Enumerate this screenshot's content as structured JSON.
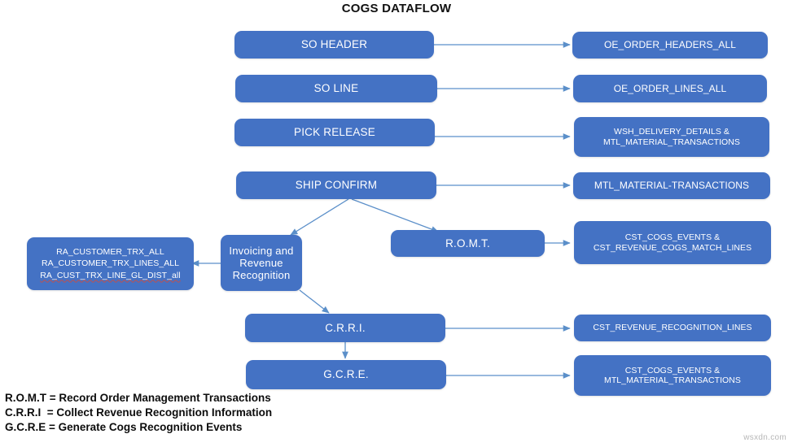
{
  "title": "COGS DATAFLOW",
  "colors": {
    "node_fill": "#4472C4",
    "node_text": "#FFFFFF",
    "connector": "#5B8FC9",
    "title_text": "#111111",
    "legend_text": "#0D0D0D",
    "spellcheck_underline": "#C0504D",
    "background": "#FFFFFF",
    "watermark_text": "#B7B7B7"
  },
  "process_nodes": [
    {
      "id": "so-header",
      "label": "SO HEADER"
    },
    {
      "id": "so-line",
      "label": "SO LINE"
    },
    {
      "id": "pick-release",
      "label": "PICK RELEASE"
    },
    {
      "id": "ship-confirm",
      "label": "SHIP CONFIRM"
    },
    {
      "id": "invoicing-revenue-recognition",
      "label": "Invoicing and\nRevenue\nRecognition"
    },
    {
      "id": "romt",
      "label": "R.O.M.T."
    },
    {
      "id": "crri",
      "label": "C.R.R.I."
    },
    {
      "id": "gcre",
      "label": "G.C.R.E."
    }
  ],
  "table_nodes": [
    {
      "id": "oe-order-headers-all",
      "label": "OE_ORDER_HEADERS_ALL"
    },
    {
      "id": "oe-order-lines-all",
      "label": "OE_ORDER_LINES_ALL"
    },
    {
      "id": "wsh-delivery-details",
      "label": "WSH_DELIVERY_DETAILS &\nMTL_MATERIAL_TRANSACTIONS"
    },
    {
      "id": "mtl-material-transactions",
      "label": "MTL_MATERIAL-TRANSACTIONS"
    },
    {
      "id": "cst-cogs-events-match",
      "label": "CST_COGS_EVENTS &\nCST_REVENUE_COGS_MATCH_LINES"
    },
    {
      "id": "cst-revenue-recognition-lines",
      "label": "CST_REVENUE_RECOGNITION_LINES"
    },
    {
      "id": "cst-cogs-events-mtl",
      "label": "CST_COGS_EVENTS &\nMTL_MATERIAL_TRANSACTIONS"
    }
  ],
  "ra_node": {
    "id": "ra-customer-trx",
    "line1": "RA_CUSTOMER_TRX_ALL",
    "line2": "RA_CUSTOMER_TRX_LINES_ALL",
    "line3": "RA_CUST_TRX_LINE_GL_DIST_all"
  },
  "legend": [
    "R.O.M.T = Record Order Management Transactions",
    "C.R.R.I  = Collect Revenue Recognition Information",
    "G.C.R.E = Generate Cogs Recognition Events"
  ],
  "watermark": "wsxdn.com"
}
